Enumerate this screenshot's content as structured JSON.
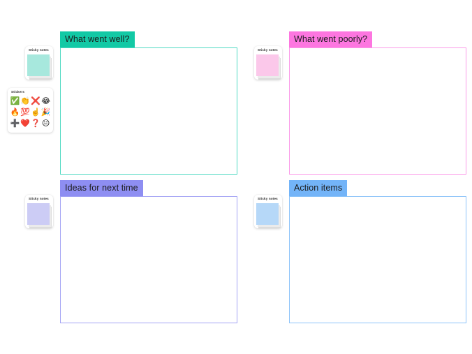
{
  "board": {
    "background": "#ffffff"
  },
  "palettes": {
    "sticky_label": "Sticky notes",
    "stickers_label": "Stickers",
    "sticky_colors": {
      "well": "#a7e8dd",
      "poorly": "#fbc8ea",
      "ideas": "#ccccf5",
      "actions": "#b6d8f8"
    }
  },
  "stickers": [
    {
      "name": "check-mark-sticker",
      "glyph": "✅"
    },
    {
      "name": "clapping-hands-sticker",
      "glyph": "👏"
    },
    {
      "name": "cross-mark-sticker",
      "glyph": "❌"
    },
    {
      "name": "tears-of-joy-sticker",
      "glyph": "😂"
    },
    {
      "name": "fire-sticker",
      "glyph": "🔥"
    },
    {
      "name": "hundred-points-sticker",
      "glyph": "💯"
    },
    {
      "name": "pointing-up-sticker",
      "glyph": "☝️"
    },
    {
      "name": "party-popper-sticker",
      "glyph": "🎉"
    },
    {
      "name": "plus-sticker",
      "glyph": "➕"
    },
    {
      "name": "red-heart-sticker",
      "glyph": "❤️"
    },
    {
      "name": "question-mark-sticker",
      "glyph": "❓"
    },
    {
      "name": "neutral-face-sticker",
      "glyph": "😐"
    }
  ],
  "quadrants": {
    "well": {
      "title": "What went well?",
      "header_color": "#12c9a5",
      "border_color": "#4fd9c2",
      "notes": []
    },
    "poorly": {
      "title": "What went poorly?",
      "header_color": "#fd76e0",
      "border_color": "#fb9ae8",
      "notes": []
    },
    "ideas": {
      "title": "Ideas for next time",
      "header_color": "#8e8ef2",
      "border_color": "#a3a3f4",
      "notes": []
    },
    "actions": {
      "title": "Action items",
      "header_color": "#73b4f8",
      "border_color": "#8cc3f9",
      "notes": []
    }
  }
}
